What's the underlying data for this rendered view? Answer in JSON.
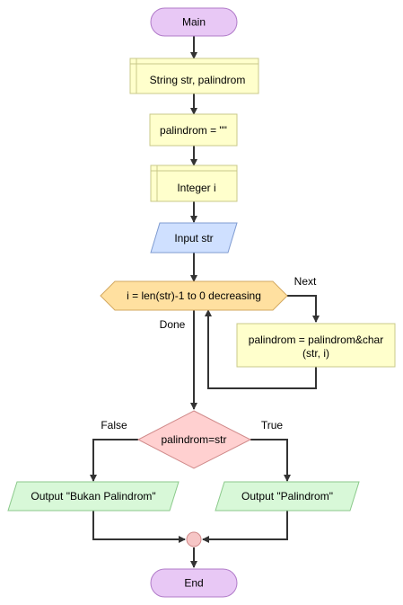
{
  "flowchart": {
    "start": "Main",
    "declare_vars": "String str, palindrom",
    "assign": "palindrom = \"\"",
    "declare_int": "Integer i",
    "input": "Input str",
    "loop": "i = len(str)-1 to 0 decreasing",
    "loop_next": "Next",
    "loop_done": "Done",
    "loop_body_line1": "palindrom = palindrom&char",
    "loop_body_line2": "(str, i)",
    "decision": "palindrom=str",
    "decision_false": "False",
    "decision_true": "True",
    "output_false": "Output \"Bukan Palindrom\"",
    "output_true": "Output \"Palindrom\"",
    "end": "End"
  },
  "colors": {
    "terminal_fill": "#e8c8f5",
    "terminal_stroke": "#b07ac8",
    "process_fill": "#ffffcc",
    "process_stroke": "#c8c88a",
    "input_fill": "#cfe0ff",
    "input_stroke": "#7f9bd1",
    "loop_fill": "#ffe0a0",
    "loop_stroke": "#d3a860",
    "decision_fill": "#ffd0d0",
    "decision_stroke": "#d08a8a",
    "output_fill": "#d8f8d8",
    "output_stroke": "#8bc98b",
    "connector_fill": "#f6c6c6",
    "edge": "#333333"
  }
}
